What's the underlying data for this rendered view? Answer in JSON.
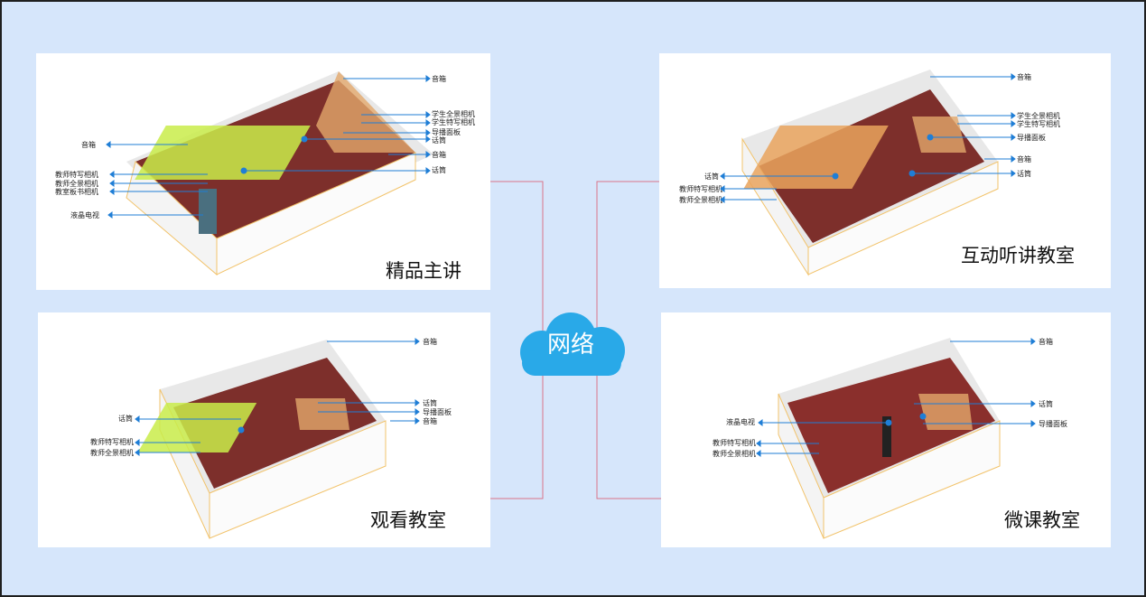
{
  "network": {
    "label": "网络"
  },
  "colors": {
    "background": "#d6e6fb",
    "cloud": "#29a9e8",
    "arrow": "#1f7ed6",
    "connector": "#d9748a",
    "floor": "#7d2f2b",
    "desk": "#c9ec4a"
  },
  "panels": [
    {
      "caption": "精品主讲",
      "labels": [
        "音箱",
        "学生全景相机",
        "学生特写相机",
        "导播面板",
        "话筒",
        "音箱",
        "话筒",
        "音箱",
        "教师特写相机",
        "教师全景相机",
        "教室板书相机",
        "液晶电视"
      ]
    },
    {
      "caption": "互动听讲教室",
      "labels": [
        "音箱",
        "学生全景相机",
        "学生特写相机",
        "导播面板",
        "音箱",
        "话筒",
        "话筒",
        "教师特写相机",
        "教师全景相机"
      ]
    },
    {
      "caption": "观看教室",
      "labels": [
        "音箱",
        "话筒",
        "导播面板",
        "音箱",
        "话筒",
        "教师特写相机",
        "教师全景相机"
      ]
    },
    {
      "caption": "微课教室",
      "labels": [
        "音箱",
        "话筒",
        "导播面板",
        "液晶电视",
        "教师特写相机",
        "教师全景相机"
      ]
    }
  ]
}
